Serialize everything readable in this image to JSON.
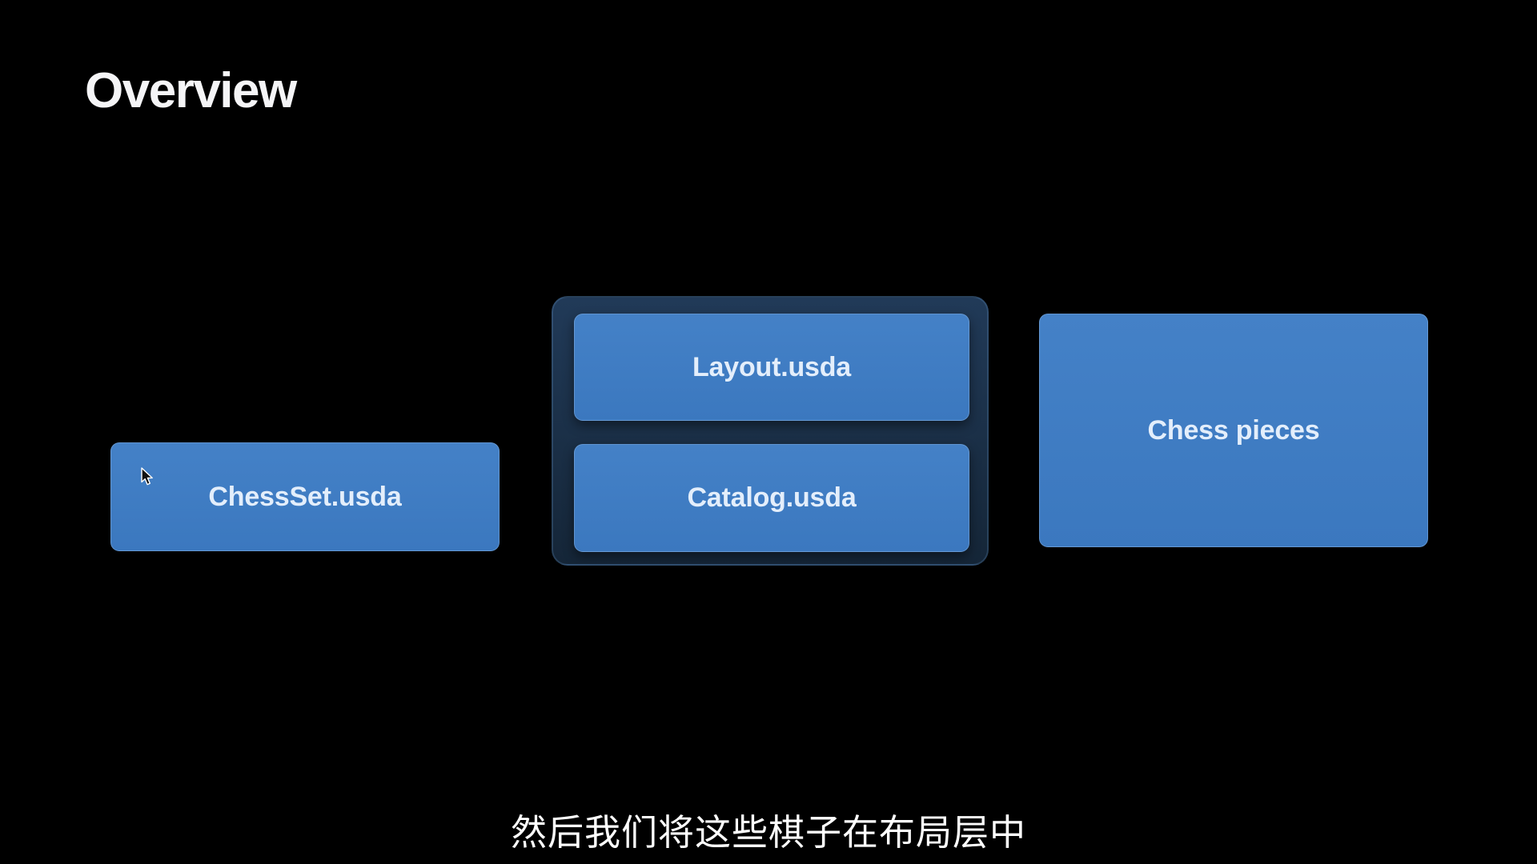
{
  "slide": {
    "title": "Overview",
    "subtitle": "然后我们将这些棋子在布局层中"
  },
  "diagram": {
    "left_box": {
      "label": "ChessSet.usda"
    },
    "group": {
      "boxes": [
        {
          "label": "Layout.usda"
        },
        {
          "label": "Catalog.usda"
        }
      ]
    },
    "right_box": {
      "label": "Chess pieces"
    }
  },
  "colors": {
    "background": "#000000",
    "node_blue": "#3E7CC2",
    "group_navy": "#1B3049",
    "node_label_text": "#E3EEFB",
    "title_text": "#F5F5F7",
    "subtitle_text": "#FFFFFF"
  },
  "cursor": {
    "icon": "arrow-cursor"
  }
}
